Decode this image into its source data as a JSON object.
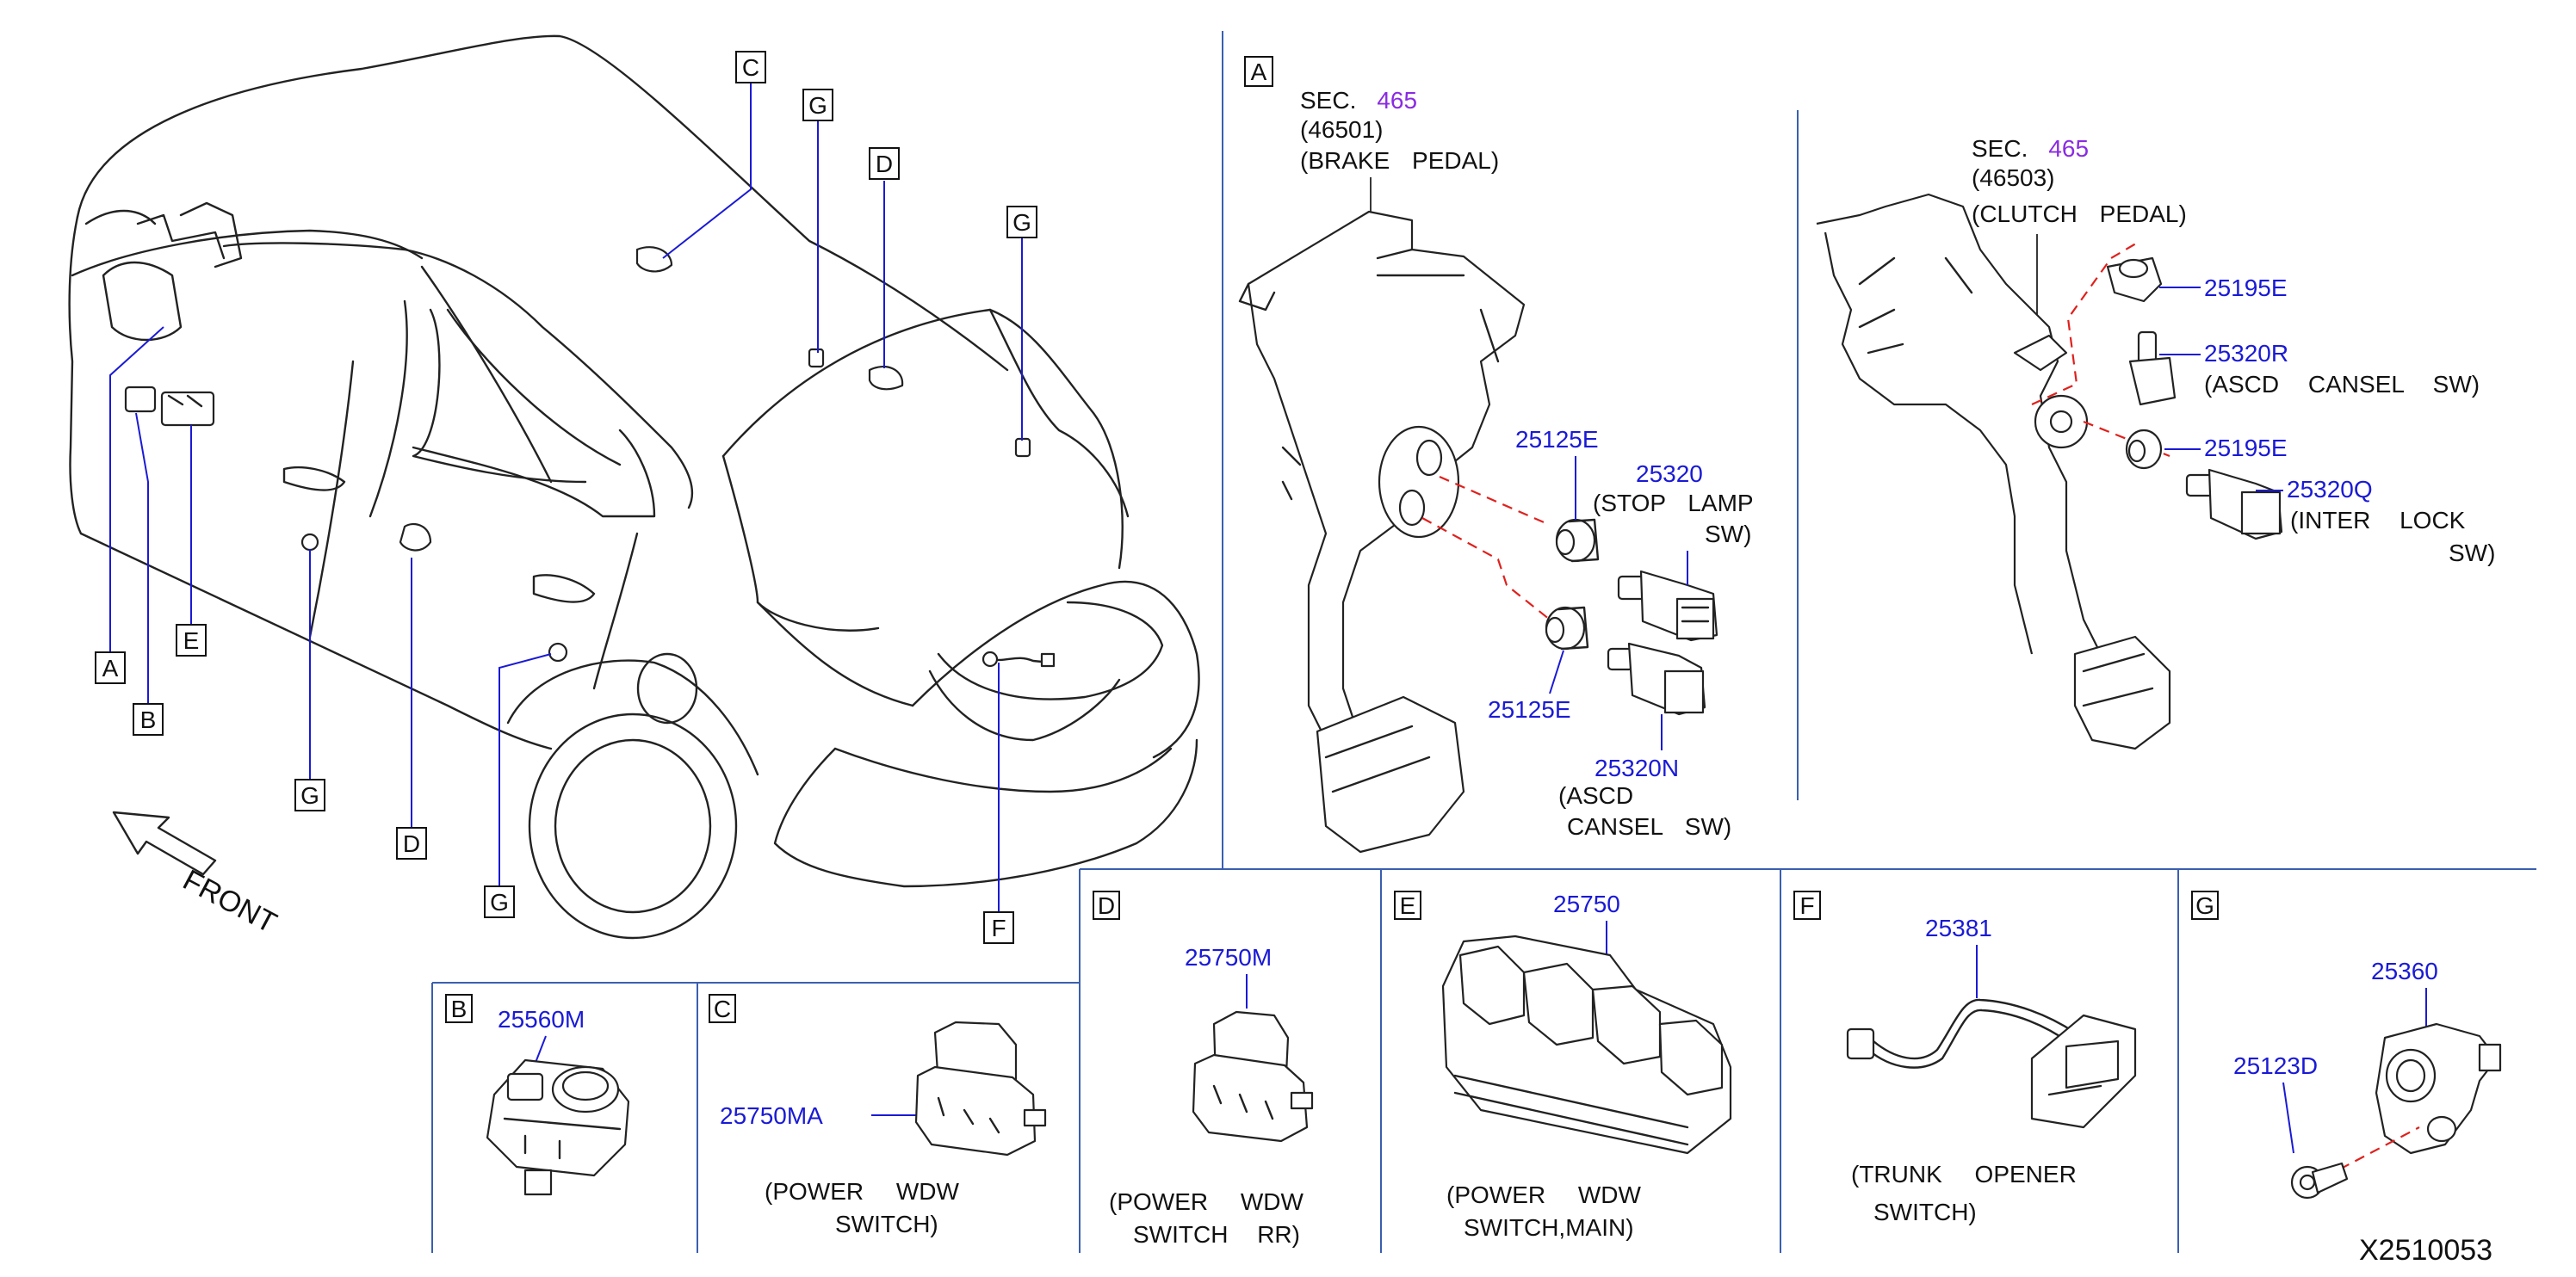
{
  "callouts": {
    "A": "A",
    "B": "B",
    "C": "C",
    "D": "D",
    "E": "E",
    "F": "F",
    "G": "G"
  },
  "front_label": "FRONT",
  "panel_a": {
    "brake": {
      "sec_prefix": "SEC.",
      "sec_num": "465",
      "ref": "(46501)",
      "name": "(BRAKE PEDAL)",
      "parts": [
        {
          "pn": "25125E"
        },
        {
          "pn": "25320",
          "desc1": "(STOP LAMP",
          "desc2": "SW)"
        },
        {
          "pn": "25125E"
        },
        {
          "pn": "25320N",
          "desc1": "(ASCD",
          "desc2": "CANSEL SW)"
        }
      ]
    },
    "clutch": {
      "sec_prefix": "SEC.",
      "sec_num": "465",
      "ref": "(46503)",
      "name": "(CLUTCH PEDAL)",
      "parts": [
        {
          "pn": "25195E"
        },
        {
          "pn": "25320R",
          "desc1": "(ASCD CANSEL SW)"
        },
        {
          "pn": "25195E"
        },
        {
          "pn": "25320Q",
          "desc1": "(INTER LOCK",
          "desc2": "SW)"
        }
      ]
    }
  },
  "panel_b": {
    "pn": "25560M"
  },
  "panel_c": {
    "pn": "25750MA",
    "desc1": "(POWER WDW",
    "desc2": "SWITCH)"
  },
  "panel_d": {
    "pn": "25750M",
    "desc1": "(POWER WDW",
    "desc2": "SWITCH RR)"
  },
  "panel_e": {
    "pn": "25750",
    "desc1": "(POWER WDW",
    "desc2": "SWITCH,MAIN)"
  },
  "panel_f": {
    "pn": "25381",
    "desc1": "(TRUNK OPENER",
    "desc2": "SWITCH)"
  },
  "panel_g": {
    "pn1": "25360",
    "pn2": "25123D"
  },
  "diagram_code": "X2510053",
  "colors": {
    "part_number": "#1a1ad6",
    "section_ref": "#8a2be2",
    "dash_line": "#e0201c",
    "divider": "#3a5fb0"
  }
}
